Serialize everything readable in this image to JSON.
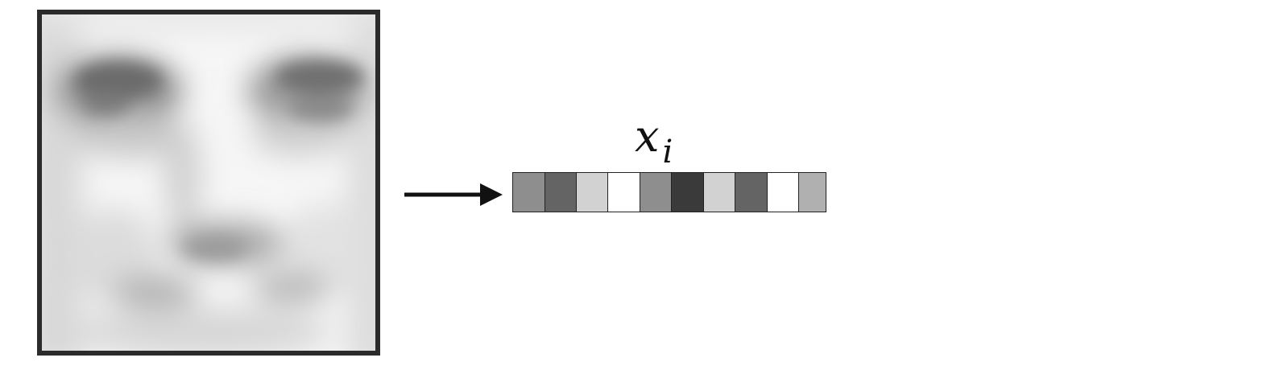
{
  "diagram": {
    "face_image": {
      "icon": "blurred-face-image"
    },
    "arrow": {
      "icon": "arrow-right-icon"
    },
    "vector_label": {
      "variable": "x",
      "subscript": "i"
    },
    "vector_cells": [
      {
        "color": "#8e8e8e"
      },
      {
        "color": "#646464"
      },
      {
        "color": "#d2d2d2"
      },
      {
        "color": "#ffffff"
      },
      {
        "color": "#8e8e8e"
      },
      {
        "color": "#3a3a3a"
      },
      {
        "color": "#d2d2d2"
      },
      {
        "color": "#646464"
      },
      {
        "color": "#ffffff"
      },
      {
        "color": "#b0b0b0"
      }
    ]
  }
}
